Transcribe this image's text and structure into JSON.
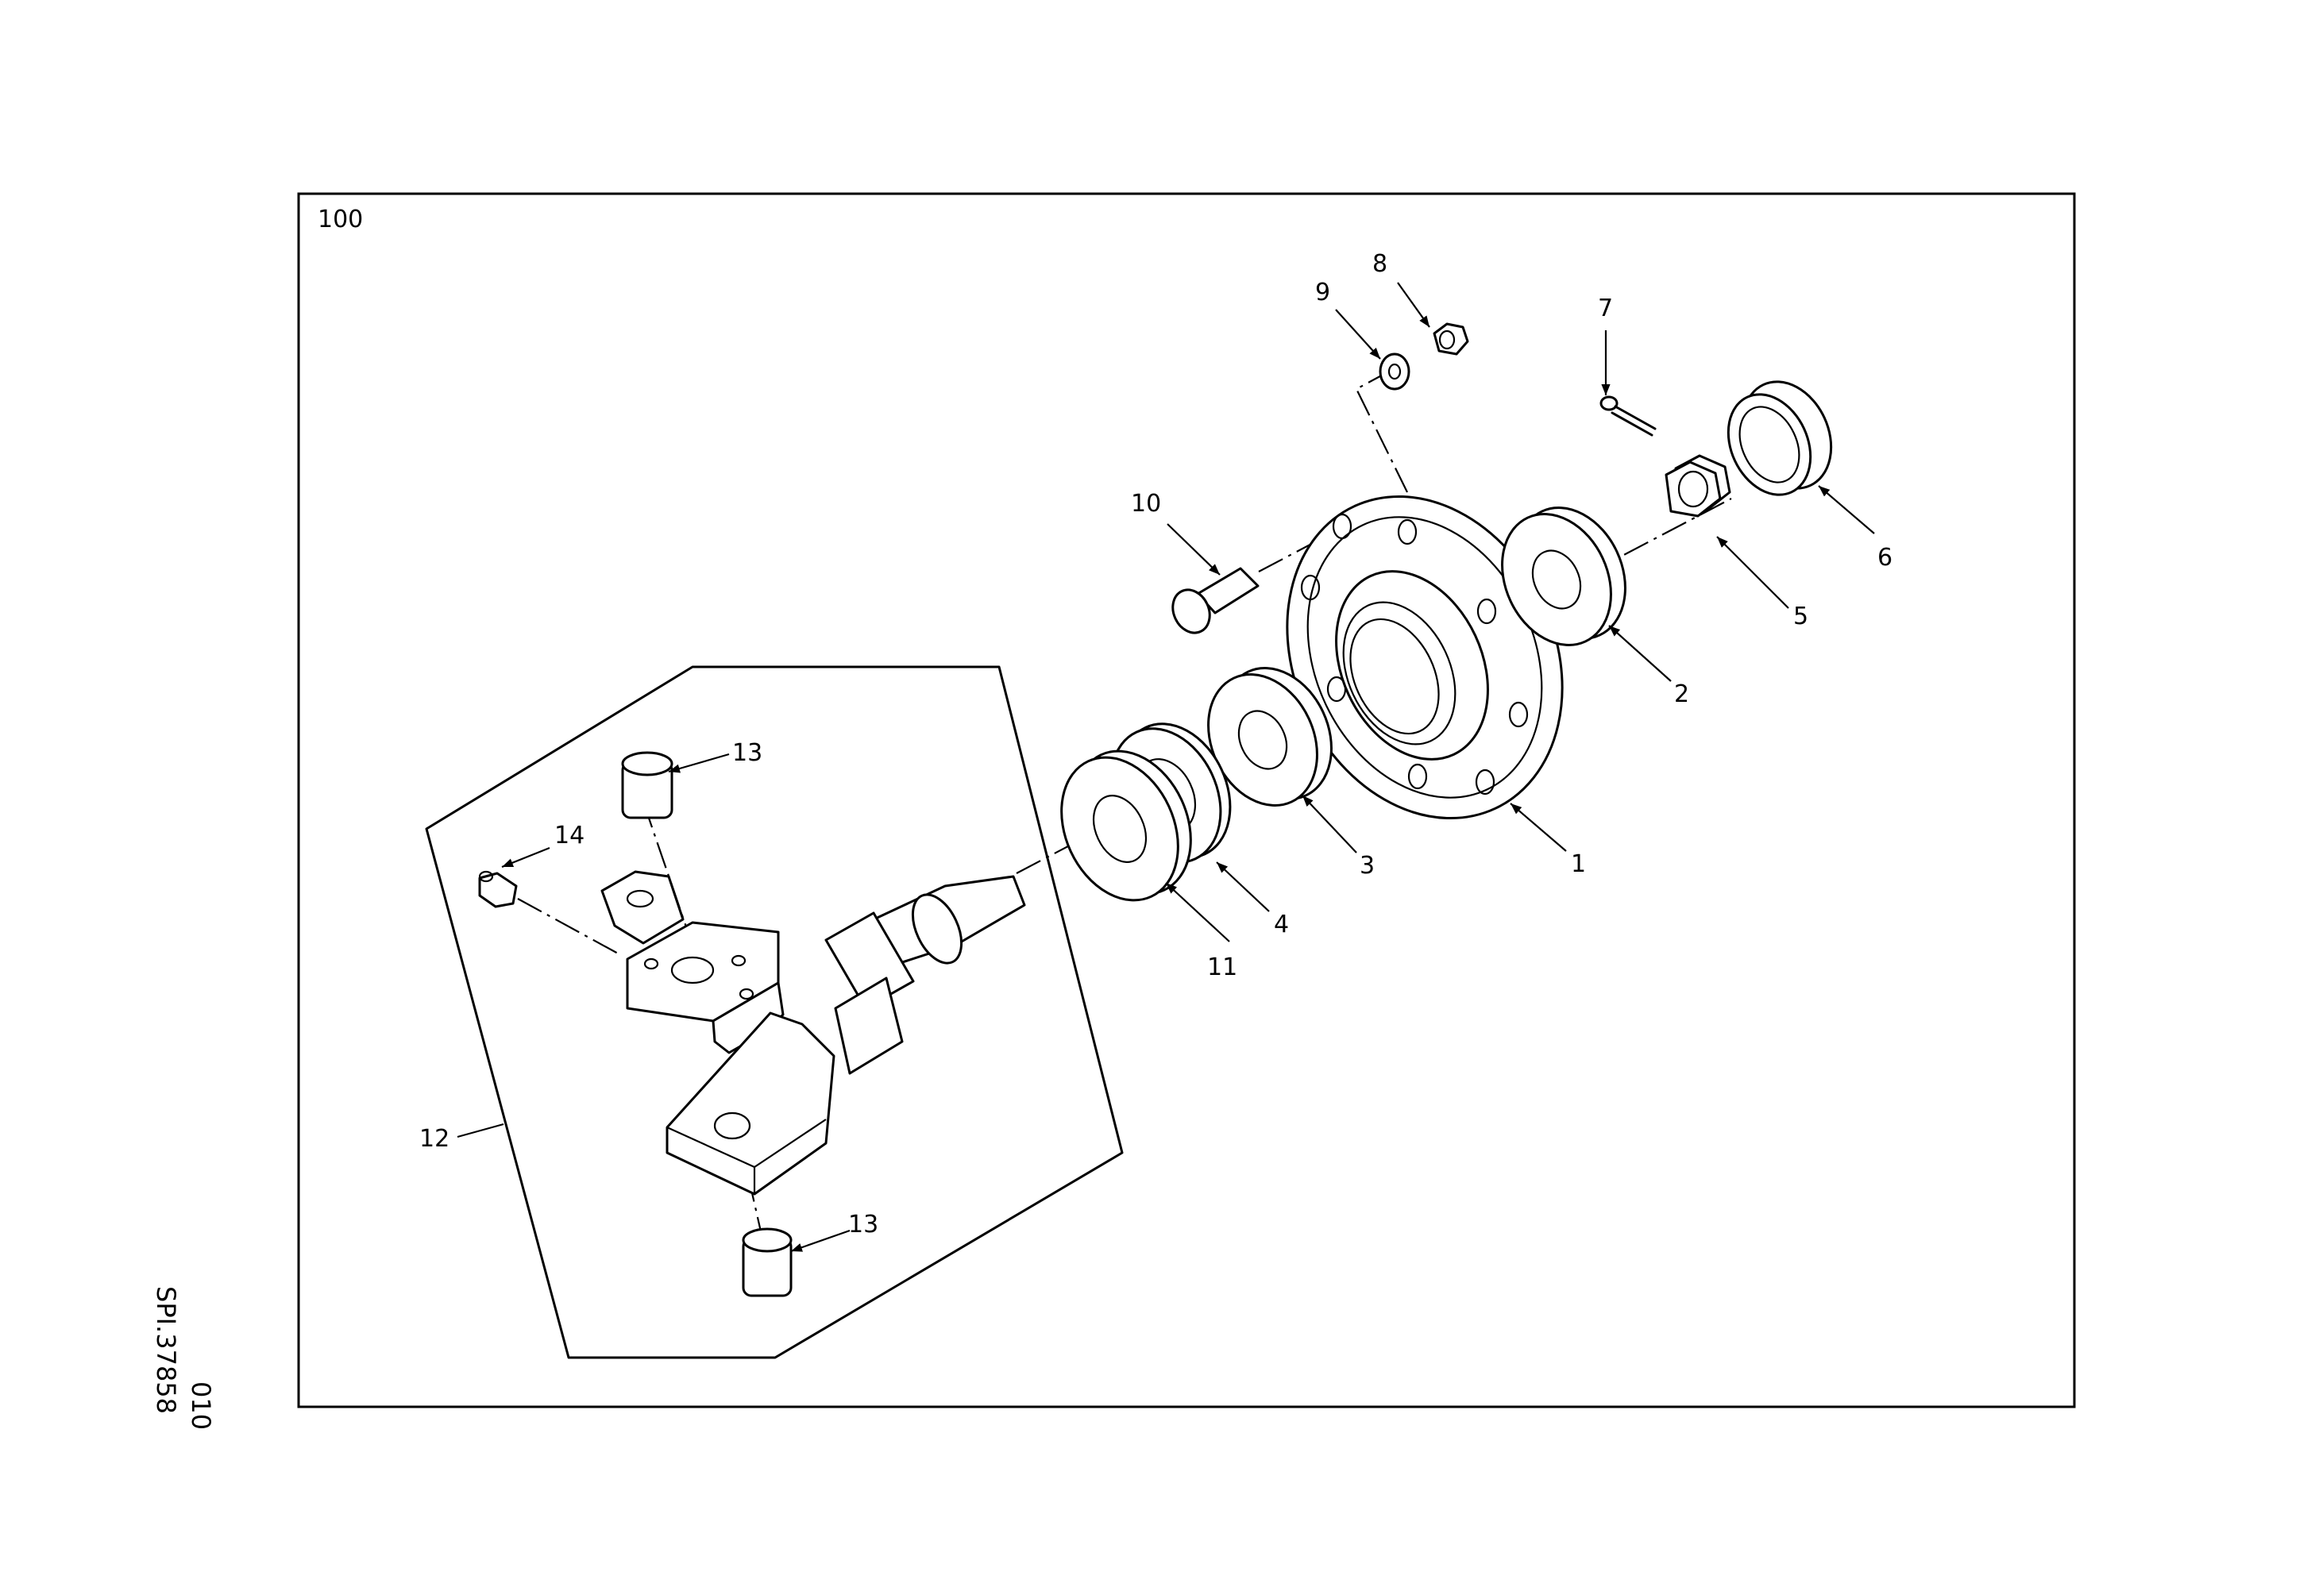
{
  "drawing": {
    "frame_label": "100",
    "sheet_code": "SPI.37858",
    "sheet_number": "010"
  },
  "callouts": {
    "c1": "1",
    "c2": "2",
    "c3": "3",
    "c4": "4",
    "c5": "5",
    "c6": "6",
    "c7": "7",
    "c8": "8",
    "c9": "9",
    "c10": "10",
    "c11": "11",
    "c12": "12",
    "c13a": "13",
    "c13b": "13",
    "c14": "14"
  }
}
